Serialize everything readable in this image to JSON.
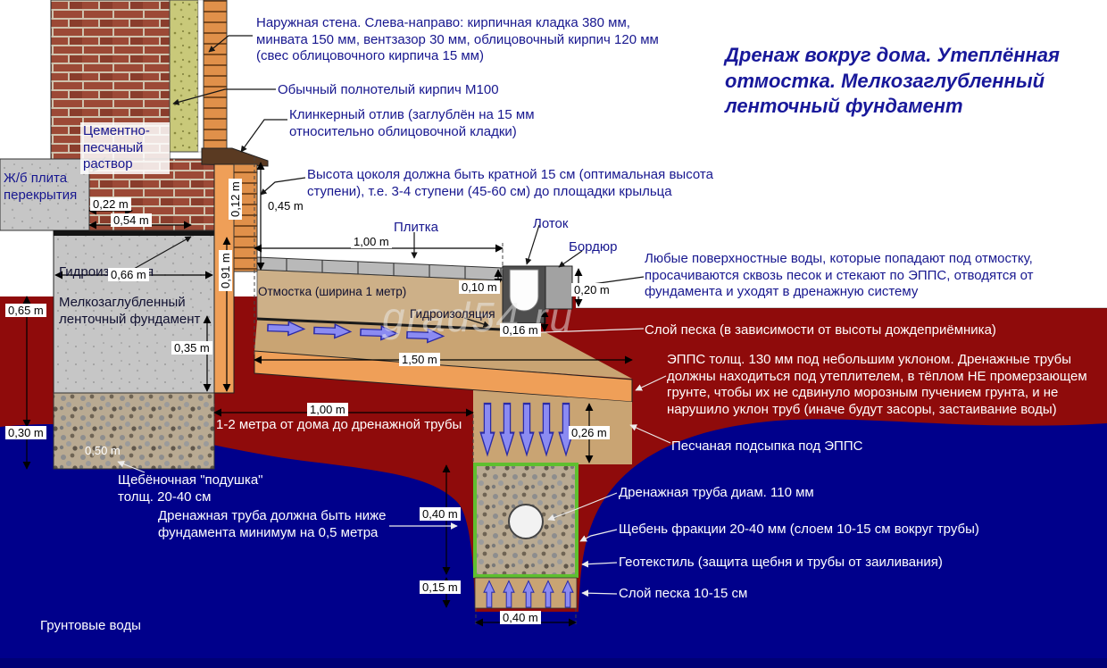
{
  "title": "Дренаж вокруг дома. Утеплённая отмостка. Мелкозаглубленный ленточный фундамент",
  "watermark": "grad54.ru",
  "labels": {
    "wall": "Наружная стена. Слева-направо: кирпичная кладка 380 мм, минвата 150 мм, вентзазор 30 мм, облицовочный кирпич 120 мм (свес облицовочного кирпича 15 мм)",
    "brick": "Обычный полнотелый кирпич М100",
    "klinker": "Клинкерный отлив (заглублён на 15 мм относительно облицовочной кладки)",
    "plinth": "Высота цоколя должна быть кратной 15 см (оптимальная высота ступени), т.е. 3-4 ступени (45-60 см) до площадки крыльца",
    "cement": "Цементно-песчаный раствор",
    "slab": "Ж/б плита перекрытия",
    "hydro_top": "Гидроизоляция",
    "foundation": "Мелкозаглубленный ленточный фундамент",
    "tile": "Плитка",
    "tray": "Лоток",
    "curb": "Бордюр",
    "blind_area": "Отмостка (ширина 1 метр)",
    "hydro_mid": "Гидроизоляция",
    "surface_water": "Любые поверхностные воды, которые попадают под отмостку, просачиваются сквозь песок и стекают по ЭППС, отводятся от фундамента и уходят в дренажную систему",
    "sand_layer": "Слой песка (в зависимости от высоты дождеприёмника)",
    "epps": "ЭППС толщ. 130 мм под небольшим уклоном. Дренажные трубы должны находиться под утеплителем, в тёплом НЕ промерзающем грунте, чтобы их не сдвинуло морозным пучением грунта, и не нарушило уклон труб (иначе будут засоры, застаивание воды)",
    "sand_bed": "Песчаная подсыпка под ЭППС",
    "house_to_pipe": "1-2 метра от дома до дренажной трубы",
    "gravel_pad": "Щебёночная \"подушка\" толщ. 20-40 см",
    "pipe_depth": "Дренажная труба должна быть ниже фундамента минимум на 0,5 метра",
    "pipe_diameter": "Дренажная труба диам. 110 мм",
    "gravel_fraction": "Щебень фракции 20-40 мм (слоем 10-15 см вокруг трубы)",
    "geotextile": "Геотекстиль (защита щебня и трубы от заиливания)",
    "sand_bottom": "Слой песка 10-15 см",
    "groundwater": "Грунтовые воды"
  },
  "dims": {
    "slab_thickness": "0,22 m",
    "wall_width": "0,54 m",
    "ledge": "0,12 m",
    "plinth_height": "0,45 m",
    "foundation_width": "0,66 m",
    "foundation_face": "0,91 m",
    "blind_width": "1,00 m",
    "tile_depth": "0,10 m",
    "tray_depth": "0,16 m",
    "curb_depth": "0,20 m",
    "foundation_depth": "0,65 m",
    "foundation_lower": "0,35 m",
    "epps_length": "1,50 m",
    "pad_height": "0,30 m",
    "below_foundation": "0,50 m",
    "house_to_trench": "1,00 m",
    "sand_bed_height": "0,26 m",
    "trench_height": "0,40 m",
    "sand_bottom_height": "0,15 m",
    "trench_width": "0,40 m"
  },
  "colors": {
    "soil": "#8f0b0b",
    "groundwater": "#00008b",
    "epps": "#ef9f58",
    "sand": "#c9a473",
    "brick": "#9c4936",
    "facing_brick": "#e0904a",
    "mineral_wool": "#c9c97a",
    "concrete": "#c6c6c6",
    "geotextile": "#5fbf2f",
    "flow_arrow": "#8b8bf2",
    "text_primary": "#17178f"
  }
}
